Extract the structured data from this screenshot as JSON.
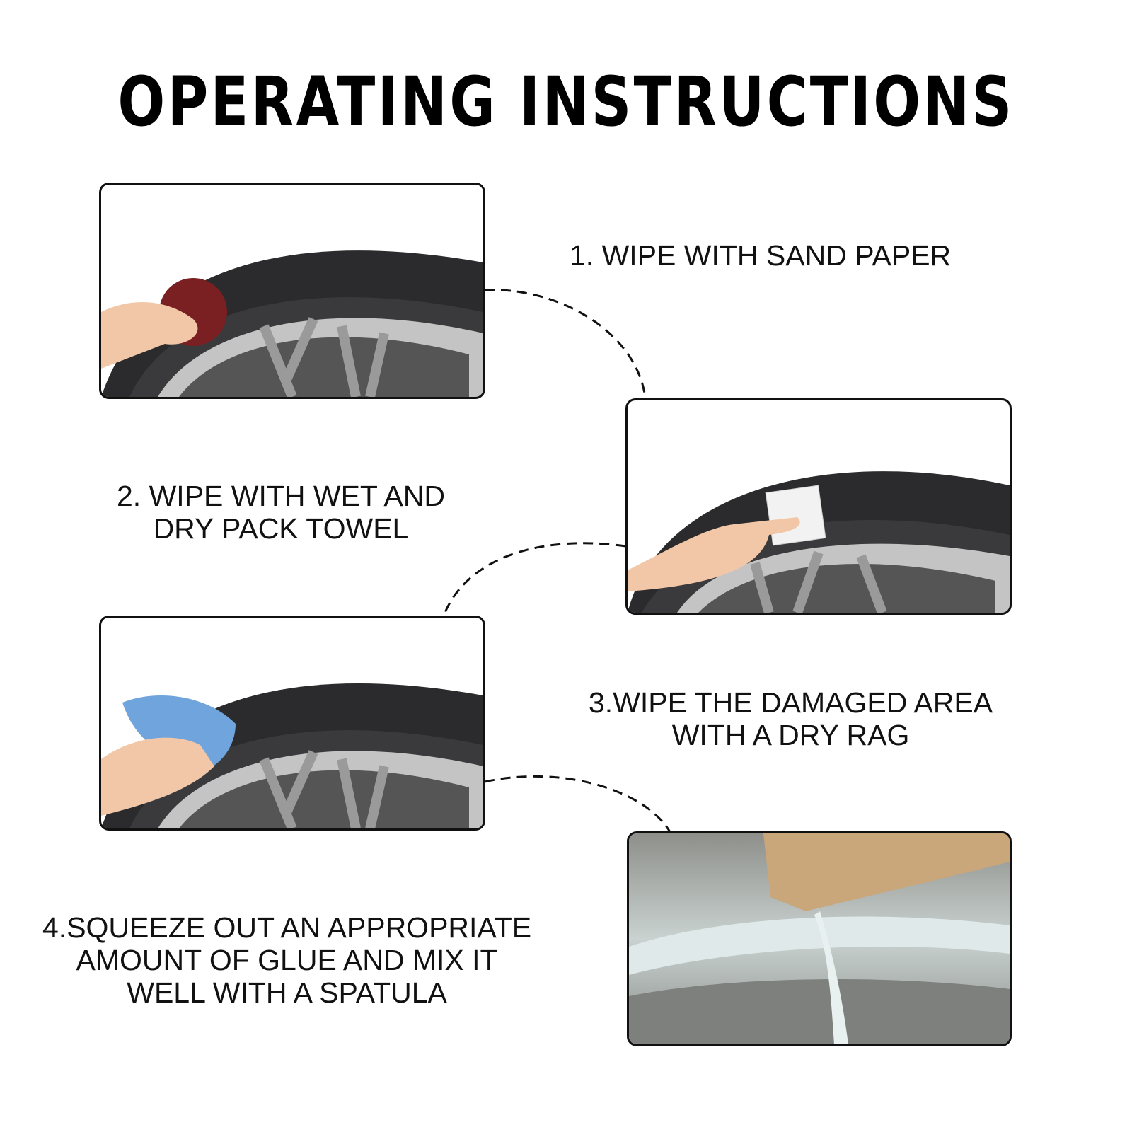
{
  "title": "OPERATING INSTRUCTIONS",
  "steps": [
    {
      "lines": [
        "1. WIPE WITH SAND PAPER"
      ],
      "image": "hand-sanding-rim-with-sandpaper-disc"
    },
    {
      "lines": [
        "2. WIPE WITH WET AND",
        "DRY PACK TOWEL"
      ],
      "image": "finger-wiping-rim-with-wet-towel"
    },
    {
      "lines": [
        "3.WIPE THE DAMAGED AREA",
        "WITH A DRY RAG"
      ],
      "image": "hand-wiping-rim-with-blue-rag"
    },
    {
      "lines": [
        "4.SQUEEZE OUT AN APPROPRIATE",
        "AMOUNT OF GLUE AND MIX IT",
        "WELL WITH A SPATULA"
      ],
      "image": "glue-being-applied-to-rim"
    }
  ],
  "colors": {
    "tire": "#2b2b2d",
    "rim": "#b9b9b9",
    "sandpaper": "#7a1f22",
    "rag": "#6fa4dc",
    "skin": "#f1c7a8"
  }
}
